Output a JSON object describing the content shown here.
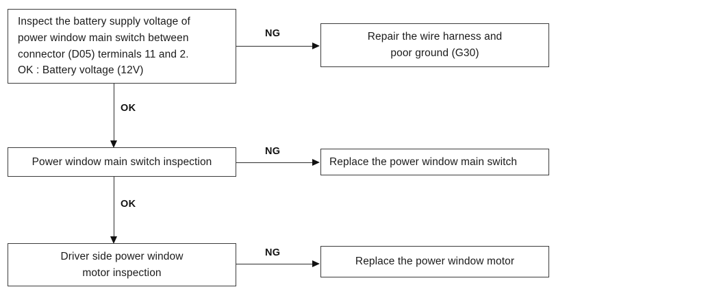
{
  "diagram": {
    "type": "troubleshooting-flowchart",
    "nodes": [
      {
        "id": "inspect-battery",
        "text": "Inspect the battery supply voltage of\npower window main switch between\nconnector (D05) terminals 11 and 2.\nOK : Battery voltage (12V)"
      },
      {
        "id": "repair-harness",
        "text": "Repair the wire harness and\npoor ground (G30)"
      },
      {
        "id": "main-switch-inspection",
        "text": "Power window main switch inspection"
      },
      {
        "id": "replace-main-switch",
        "text": "Replace the power window main switch"
      },
      {
        "id": "motor-inspection",
        "text": "Driver side power window\nmotor  inspection"
      },
      {
        "id": "replace-motor",
        "text": "Replace the power window motor"
      }
    ],
    "edges": [
      {
        "id": "ng-1",
        "label": "NG",
        "from": "inspect-battery",
        "to": "repair-harness",
        "direction": "right"
      },
      {
        "id": "ok-1",
        "label": "OK",
        "from": "inspect-battery",
        "to": "main-switch-inspection",
        "direction": "down"
      },
      {
        "id": "ng-2",
        "label": "NG",
        "from": "main-switch-inspection",
        "to": "replace-main-switch",
        "direction": "right"
      },
      {
        "id": "ok-2",
        "label": "OK",
        "from": "main-switch-inspection",
        "to": "motor-inspection",
        "direction": "down"
      },
      {
        "id": "ng-3",
        "label": "NG",
        "from": "motor-inspection",
        "to": "replace-motor",
        "direction": "right"
      }
    ],
    "colors": {
      "background": "#ffffff",
      "box_border": "#3a3a3a",
      "connector": "#2b2b2b",
      "text": "#1a1a1a"
    }
  }
}
